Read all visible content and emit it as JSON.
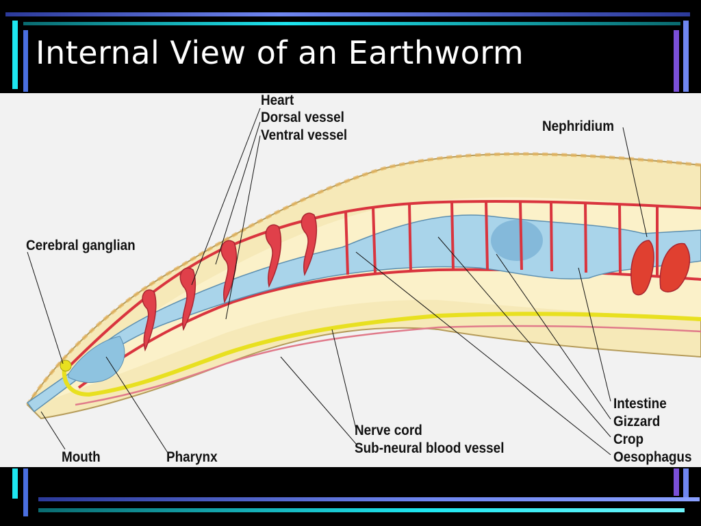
{
  "title": "Internal View of an Earthworm",
  "labels": {
    "heart": "Heart",
    "dorsal_vessel": "Dorsal vessel",
    "ventral_vessel": "Ventral vessel",
    "nephridium": "Nephridium",
    "cerebral_ganglian": "Cerebral ganglian",
    "mouth": "Mouth",
    "pharynx": "Pharynx",
    "nerve_cord": "Nerve cord",
    "sub_neural_blood_vessel": "Sub-neural blood vessel",
    "intestine": "Intestine",
    "gizzard": "Gizzard",
    "crop": "Crop",
    "oesophagus": "Oesophagus"
  },
  "colors": {
    "background": "#000000",
    "panel": "#f2f2f2",
    "body_fill": "#f6e9b8",
    "gut": "#a9d4ea",
    "vessel": "#d9343e",
    "nerve": "#e8e020",
    "accent_cyan": "#1ee6f0",
    "accent_blue": "#6f86f0",
    "accent_purple": "#7a4fd8"
  }
}
